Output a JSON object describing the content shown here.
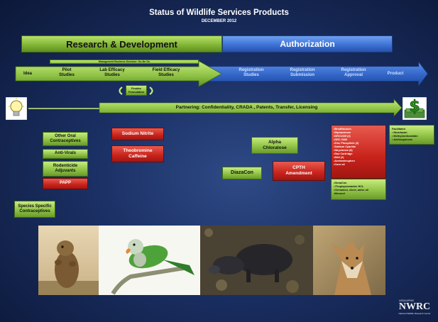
{
  "header": {
    "title": "Status of Wildlife Services Products",
    "date": "DECEMBER 2012"
  },
  "banners": {
    "research": "Research & Development",
    "authorization": "Authorization"
  },
  "management_label": "Management Business Decision: Go-No Go",
  "stages": {
    "idea": "Idea",
    "pilot": "Pilot\nStudies",
    "lab": "Lab Efficacy\nStudies",
    "field": "Field Efficacy\nStudies",
    "registration_studies": "Registration\nStudies",
    "registration_submission": "Registration\nSubmission",
    "registration_approval": "Registration\nApproval",
    "product": "Product"
  },
  "finalize_label": "Finalize\nFormulation",
  "partnering_label": "Partnering:  Confidentiality, CRADA , Patents, Transfer, Licensing",
  "products": {
    "other_oral": "Other Oral\nContraceptives",
    "anti_virals": "Anti-Virals",
    "rodenticide": "Rodenticide\nAdjuvants",
    "papp": "PAPP",
    "species_specific": "Species Specific\nContraceptives",
    "sodium_nitrite": "Sodium Nitrite",
    "theobromine": "Theobromine\nCaffeine",
    "alpha_chloralose": "Alpha\nChloralose",
    "diazacon": "DiazaCon",
    "cpth": "CPTH\nAmendment"
  },
  "registered_red_list": [
    "•Brodifacoum",
    "•Diphacinone",
    "•DRC1339 (2)",
    "•DRC 3080",
    "•Zinc Phosphide (3)",
    "•Sodium Cyanide",
    "•Strychnine (8)",
    "•Gas Cartridge",
    "•M44 (2)",
    "•Acetaminophen",
    "•Corn oil"
  ],
  "registered_green_list": [
    "•GonaCon",
    "• Propiopromazine HCL",
    "•Cinnamon, clove, anise oil",
    "•Mesurol"
  ],
  "facilitated_list": [
    "Facilitated",
    "• Nicarbazin",
    "• MethylAnthranilate",
    "• Anthraquinone"
  ],
  "logo": {
    "small": "USDA APHIS",
    "main": "NWRC",
    "tagline": "National Wildlife Research Center"
  },
  "colors": {
    "green": "#8cc043",
    "red": "#c8231b",
    "blue": "#3a6fd2",
    "background": "#1a2f63"
  }
}
